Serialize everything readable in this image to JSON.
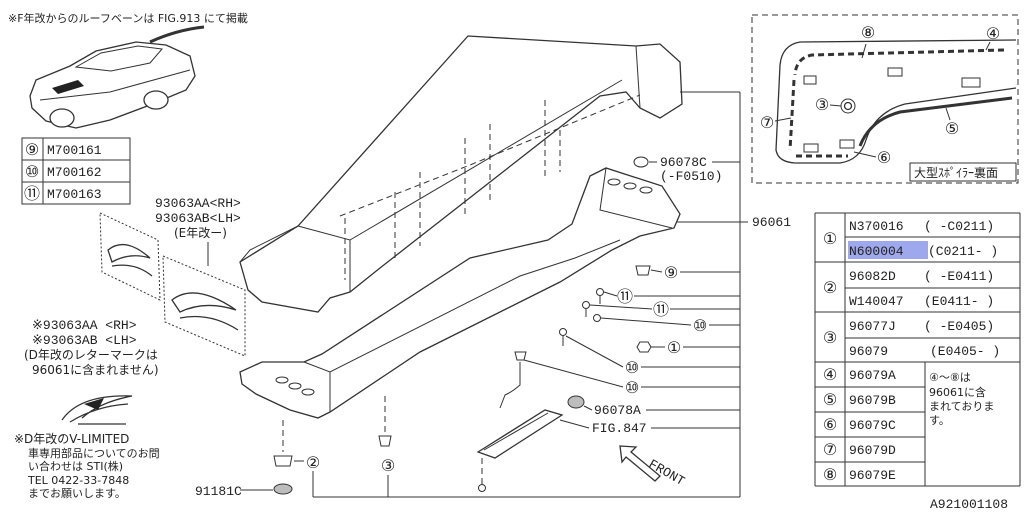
{
  "header_note": "※F年改からのルーフベーンは FIG.913 にて掲載",
  "legend": [
    {
      "num": "⑨",
      "part": "M700161"
    },
    {
      "num": "⑩",
      "part": "M700162"
    },
    {
      "num": "⑪",
      "part": "M700163"
    }
  ],
  "letter_mark_e": {
    "rh": "93063AA<RH>",
    "lh": "93063AB<LH>",
    "note": "(E年改ー)"
  },
  "letter_mark_d": {
    "rh": "※93063AA <RH>",
    "lh": "※93063AB <LH>",
    "note1": "(D年改のレターマークは",
    "note2": "96061に含まれません)"
  },
  "v_limited_note": [
    "※D年改のV-LIMITED",
    "車専用部品についてのお問",
    "い合わせは STI(株)",
    "TEL 0422-33-7848",
    "までお願いします。"
  ],
  "part_labels": {
    "p91181c": "91181C",
    "p96078c": "96078C",
    "p96078c_range": "(-F0510)",
    "p96061": "96061",
    "p96078a": "96078A",
    "fig847": "FIG.847"
  },
  "callouts": {
    "c2": "②",
    "c3": "③",
    "c9": "⑨",
    "c11a": "⑪",
    "c11b": "⑪",
    "c10a": "⑩",
    "c1": "①",
    "c10b": "⑩",
    "c10c": "⑩"
  },
  "front_label": "FRONT",
  "inset": {
    "title": "大型ｽﾎﾟｲﾗｰ裏面",
    "c8": "⑧",
    "c4": "④",
    "c3": "③",
    "c7": "⑦",
    "c5": "⑤",
    "c6": "⑥"
  },
  "parts_table": {
    "groups": [
      {
        "num": "①",
        "rows": [
          {
            "part": "N370016",
            "range": "( -C0211)"
          },
          {
            "part": "N600004",
            "range": "(C0211- )",
            "selected": true
          }
        ]
      },
      {
        "num": "②",
        "rows": [
          {
            "part": "96082D",
            "range": "( -E0411)"
          },
          {
            "part": "W140047",
            "range": "(E0411- )"
          }
        ]
      },
      {
        "num": "③",
        "rows": [
          {
            "part": "96077J",
            "range": "( -E0405)"
          },
          {
            "part": "96079",
            "range": "(E0405- )"
          }
        ]
      },
      {
        "num": "④",
        "rows": [
          {
            "part": "96079A"
          }
        ]
      },
      {
        "num": "⑤",
        "rows": [
          {
            "part": "96079B"
          }
        ]
      },
      {
        "num": "⑥",
        "rows": [
          {
            "part": "96079C"
          }
        ]
      },
      {
        "num": "⑦",
        "rows": [
          {
            "part": "96079D"
          }
        ]
      },
      {
        "num": "⑧",
        "rows": [
          {
            "part": "96079E"
          }
        ]
      }
    ],
    "note": [
      "④～⑧は",
      "96061に含",
      "まれておりま",
      "す。"
    ]
  },
  "reference_no": "A921001108",
  "colors": {
    "line": "#333333",
    "highlight": "#9ea8ec"
  }
}
